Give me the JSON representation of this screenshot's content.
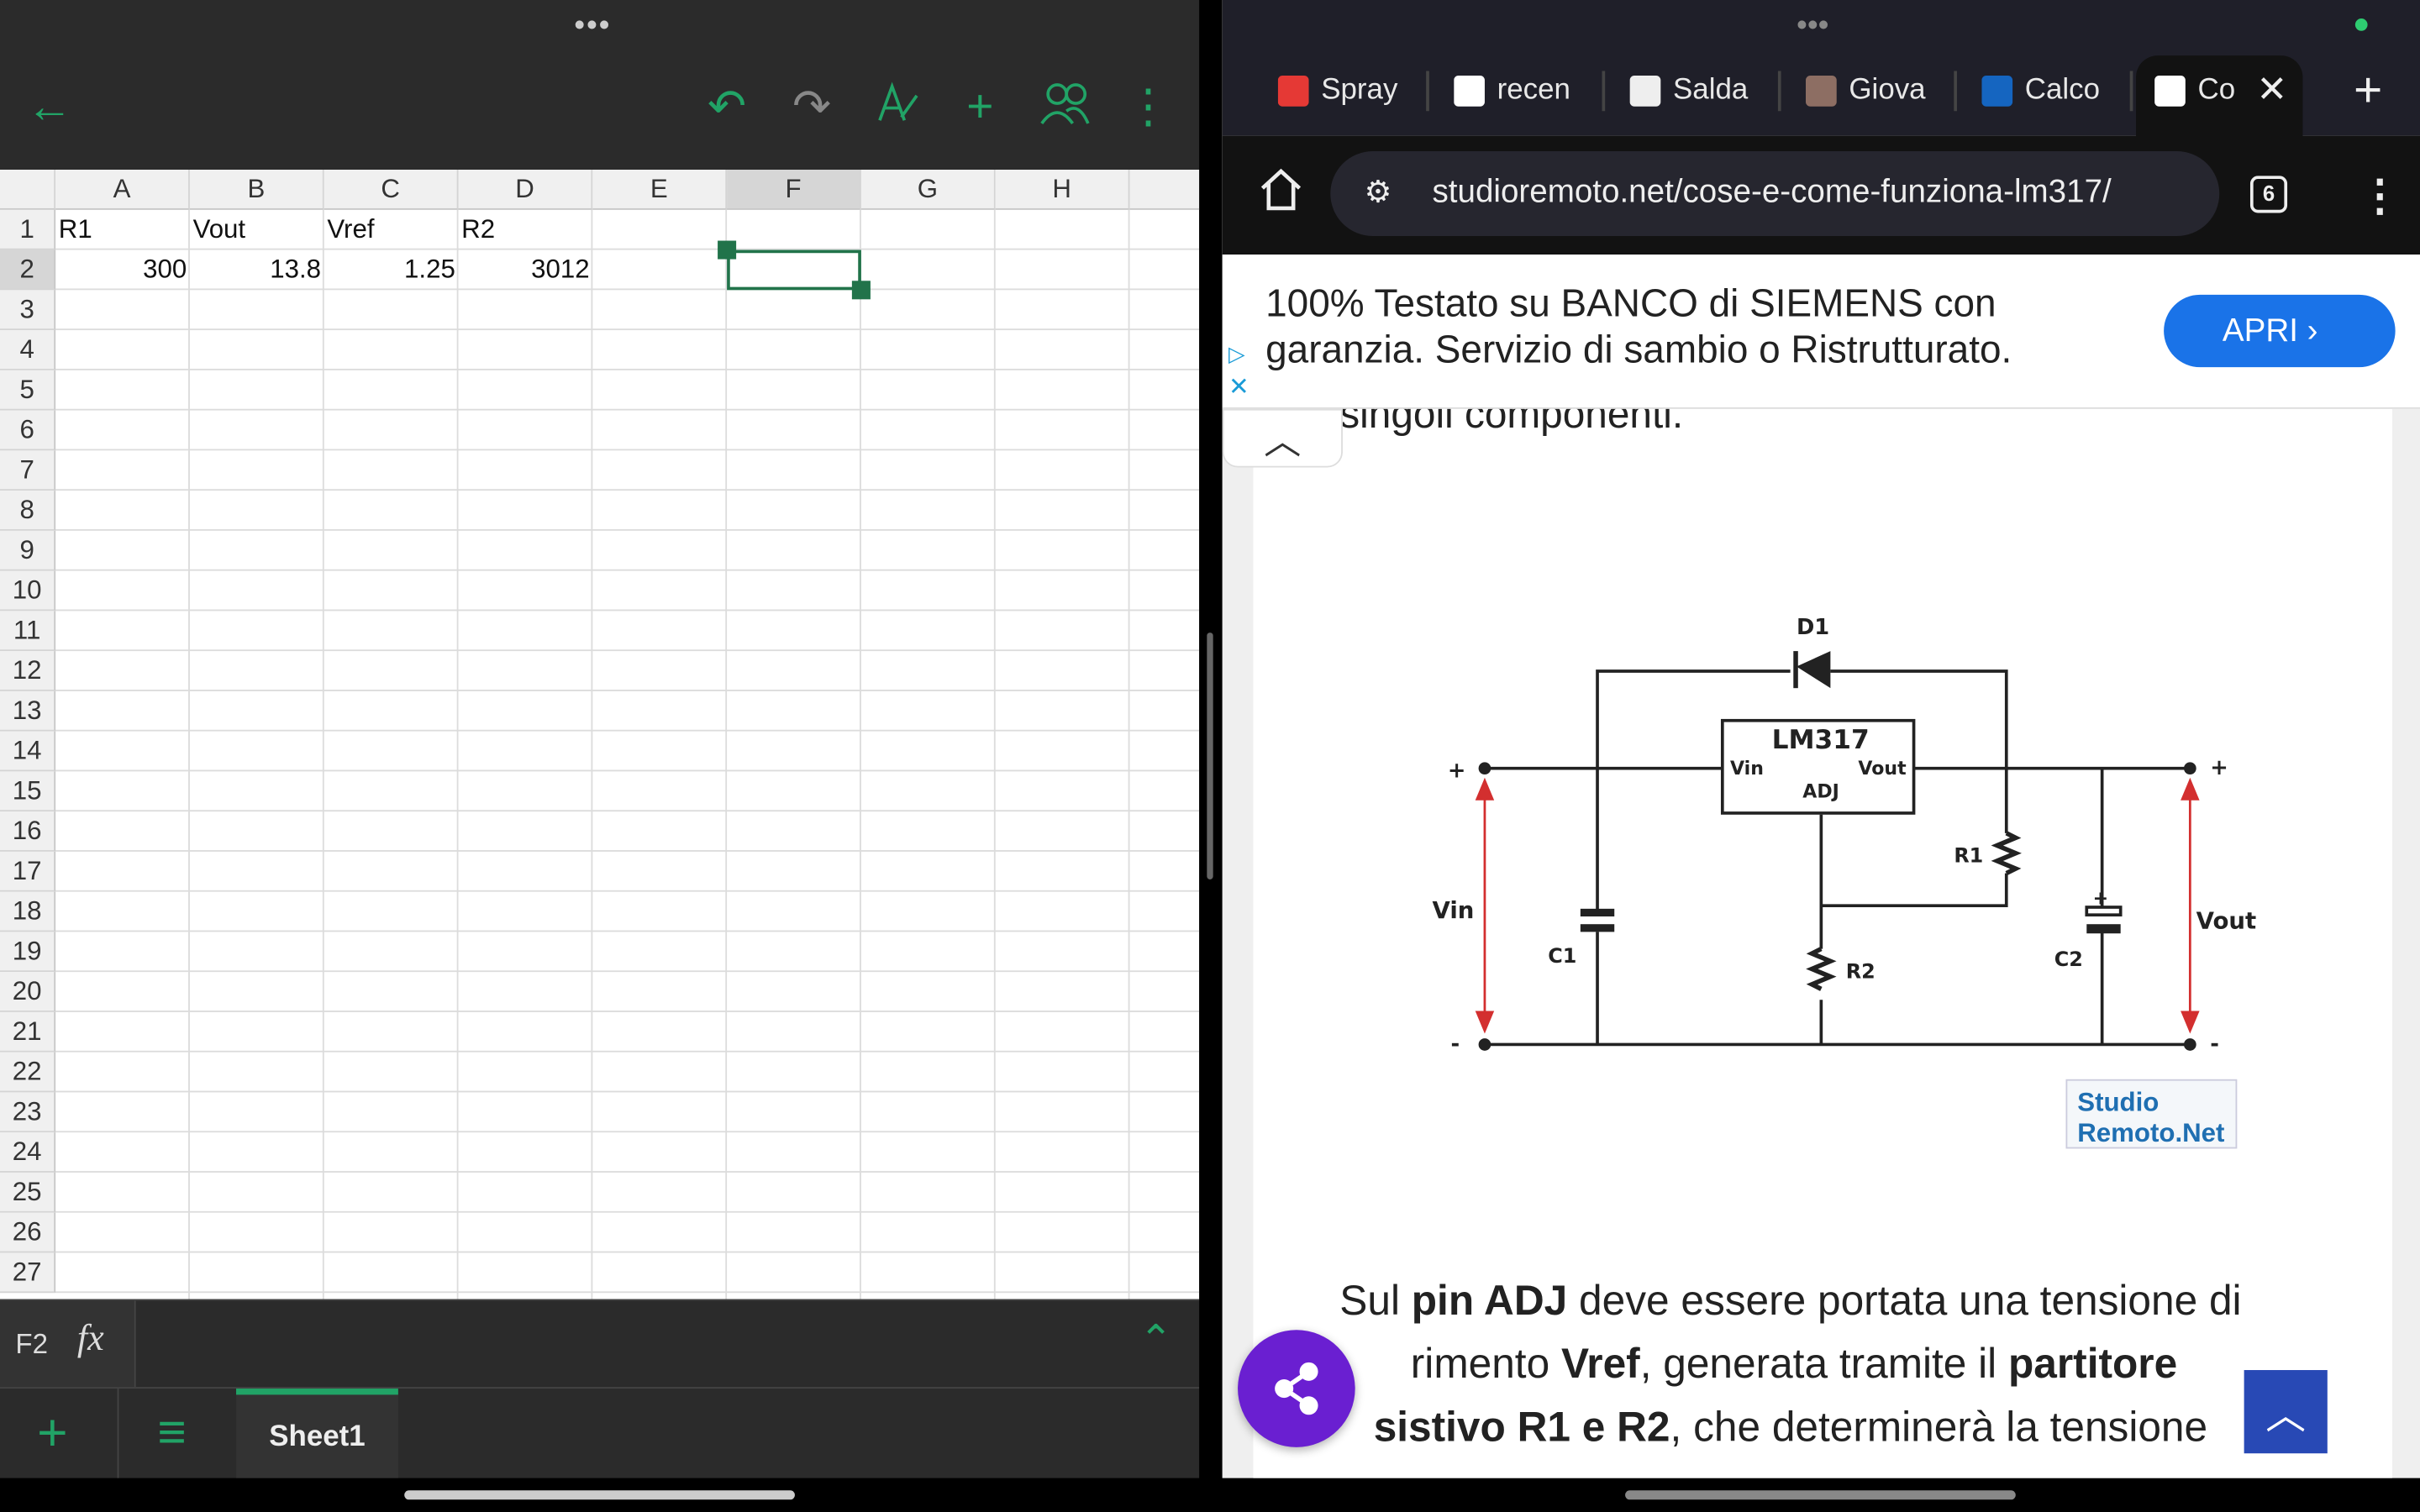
{
  "spreadsheet": {
    "columns": [
      "A",
      "B",
      "C",
      "D",
      "E",
      "F",
      "G",
      "H"
    ],
    "rows": [
      "1",
      "2",
      "3",
      "4",
      "5",
      "6",
      "7",
      "8",
      "9",
      "10",
      "11",
      "12",
      "13",
      "14",
      "15",
      "16",
      "17",
      "18",
      "19",
      "20",
      "21",
      "22",
      "23",
      "24",
      "25",
      "26",
      "27"
    ],
    "cells": {
      "A1": "R1",
      "B1": "Vout",
      "C1": "Vref",
      "D1": "R2",
      "A2": "300",
      "B2": "13.8",
      "C2": "1.25",
      "D2": "3012"
    },
    "name_box": "F2",
    "fx_label": "fx",
    "sheet_tab": "Sheet1",
    "icons": {
      "back": "←",
      "undo": "↶",
      "redo": "↷",
      "add": "+",
      "more": "⋮",
      "add_sheet": "+",
      "sheets_list": "≡",
      "expand": "⌃"
    },
    "accent": "#21a366"
  },
  "browser": {
    "tabs": [
      {
        "label": "Spray"
      },
      {
        "label": "recen"
      },
      {
        "label": "Salda"
      },
      {
        "label": "Giova"
      },
      {
        "label": "Calco"
      },
      {
        "label": "Co"
      }
    ],
    "tab_count": "6",
    "url": "studioremoto.net/cose-e-come-funziona-lm317/",
    "ad": {
      "line1": "100% Testato su BANCO di SIEMENS con",
      "line2": "garanzia. Servizio di sambio o Ristrutturato.",
      "button": "APRI"
    },
    "partial_heading": "singoli componenti.",
    "diagram": {
      "d1": "D1",
      "chip": "LM317",
      "vin_pin": "Vin",
      "vout_pin": "Vout",
      "adj": "ADJ",
      "r1": "R1",
      "r2": "R2",
      "c1": "C1",
      "c2": "C2",
      "vin": "Vin",
      "vout": "Vout",
      "plus": "+",
      "minus": "-",
      "logo": "Studio Remoto.Net"
    },
    "para": {
      "t1": "Sul ",
      "b1": "pin ADJ",
      "t2": " deve essere portata una tensione di",
      "t3": "rimento ",
      "b2": "Vref",
      "t4": ", generata tramite il ",
      "b3": "partitore",
      "b4": "sistivo R1 e R2",
      "t5": ", che determinerà la tensione"
    },
    "accent": "#1a73e8"
  }
}
